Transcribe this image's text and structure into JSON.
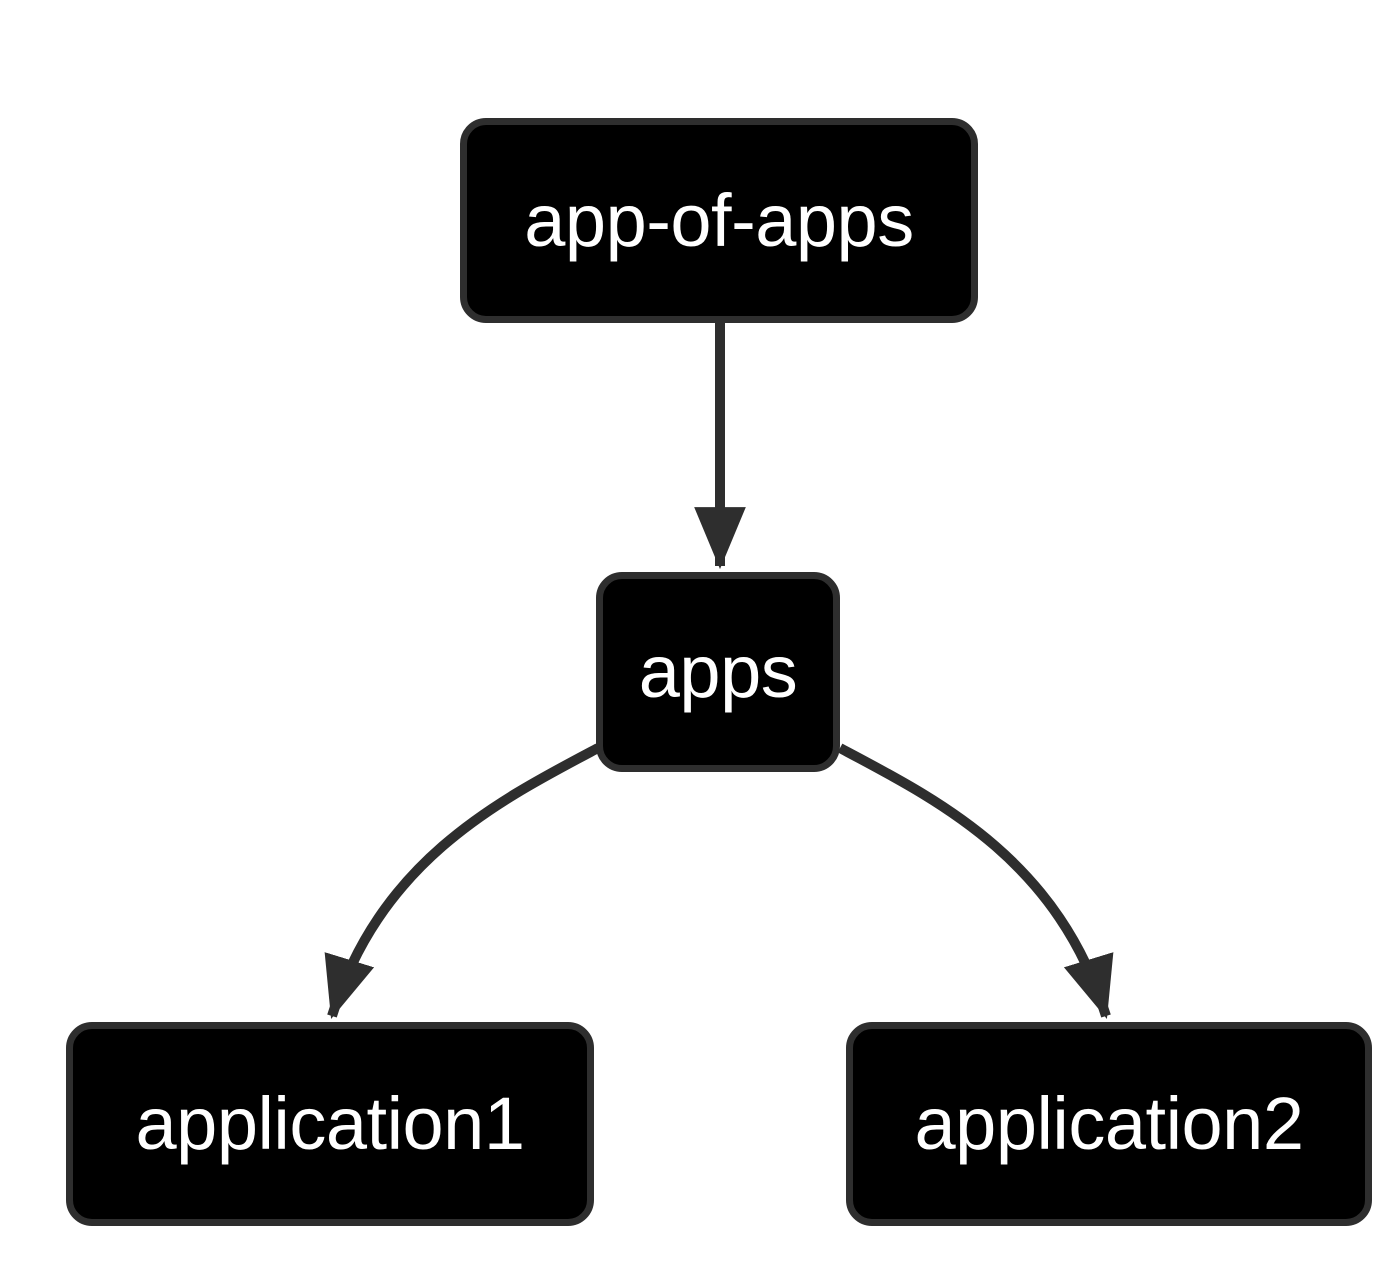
{
  "diagram": {
    "type": "directed-graph",
    "orientation": "top-down",
    "background_color": "#ffffff",
    "node_fill_color": "#000000",
    "node_border_color": "#2e2e2e",
    "node_text_color": "#ffffff",
    "edge_color": "#2e2e2e",
    "nodes": [
      {
        "id": "app-of-apps",
        "label": "app-of-apps"
      },
      {
        "id": "apps",
        "label": "apps"
      },
      {
        "id": "application1",
        "label": "application1"
      },
      {
        "id": "application2",
        "label": "application2"
      }
    ],
    "edges": [
      {
        "from": "app-of-apps",
        "to": "apps",
        "arrow": "triangle"
      },
      {
        "from": "apps",
        "to": "application1",
        "arrow": "triangle"
      },
      {
        "from": "apps",
        "to": "application2",
        "arrow": "triangle"
      }
    ]
  }
}
